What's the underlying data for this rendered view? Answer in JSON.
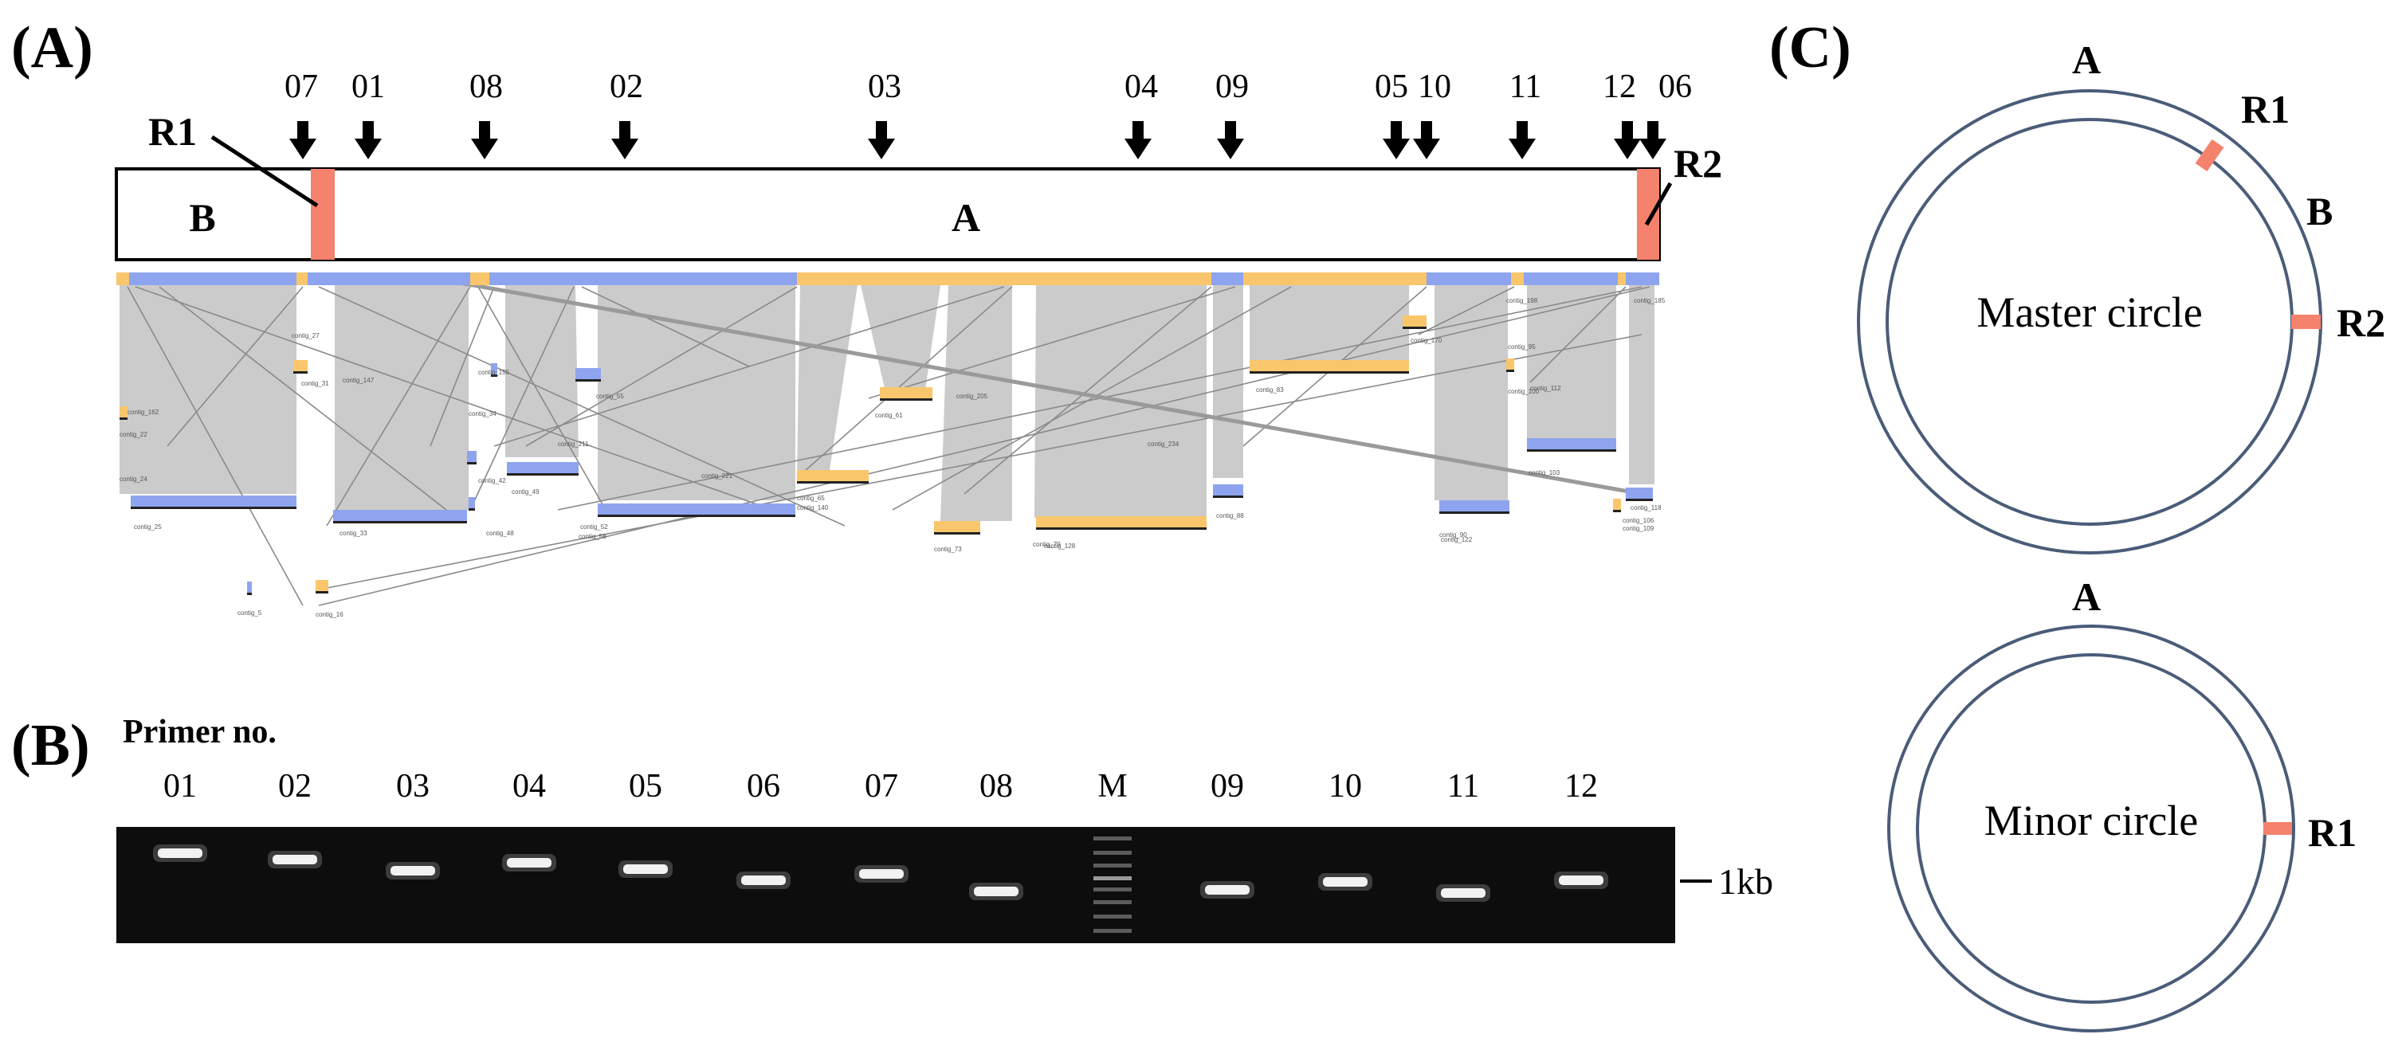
{
  "panels": {
    "a": "(A)",
    "b": "(B)",
    "c": "(C)"
  },
  "panel_a": {
    "region_b": "B",
    "region_a": "A",
    "repeat_left": "R1",
    "repeat_right": "R2",
    "primers": [
      "07",
      "01",
      "08",
      "02",
      "03",
      "04",
      "09",
      "05",
      "10",
      "11",
      "12",
      "06"
    ]
  },
  "panel_b": {
    "heading": "Primer no.",
    "lanes": [
      "01",
      "02",
      "03",
      "04",
      "05",
      "06",
      "07",
      "08",
      "M",
      "09",
      "10",
      "11",
      "12"
    ],
    "marker": "1kb"
  },
  "panel_c": {
    "master": {
      "label": "Master circle",
      "top": "A",
      "side": "B",
      "repeats": [
        "R1",
        "R2"
      ]
    },
    "minor": {
      "label": "Minor circle",
      "top": "A",
      "repeats": [
        "R1"
      ]
    }
  },
  "colors": {
    "repeat": "#f4826c",
    "contig_blue": "#8ea4ee",
    "contig_orange": "#f9c66c",
    "link_gray": "#cbcbcb",
    "circle_stroke": "#4a5c78",
    "gel_bg": "#0d0d0d"
  },
  "contig_labels": [
    "contig_5",
    "contig_16",
    "contig_22",
    "contig_24",
    "contig_25",
    "contig_27",
    "contig_31",
    "contig_33",
    "contig_34",
    "contig_42",
    "contig_48",
    "contig_49",
    "contig_52",
    "contig_55",
    "contig_58",
    "contig_61",
    "contig_65",
    "contig_73",
    "contig_79",
    "contig_83",
    "contig_88",
    "contig_90",
    "contig_95",
    "contig_100",
    "contig_103",
    "contig_106",
    "contig_109",
    "contig_112",
    "contig_118",
    "contig_122",
    "contig_128",
    "contig_140",
    "contig_147",
    "contig_155",
    "contig_162",
    "contig_170",
    "contig_185",
    "contig_198",
    "contig_205",
    "contig_211",
    "contig_221",
    "contig_234"
  ]
}
